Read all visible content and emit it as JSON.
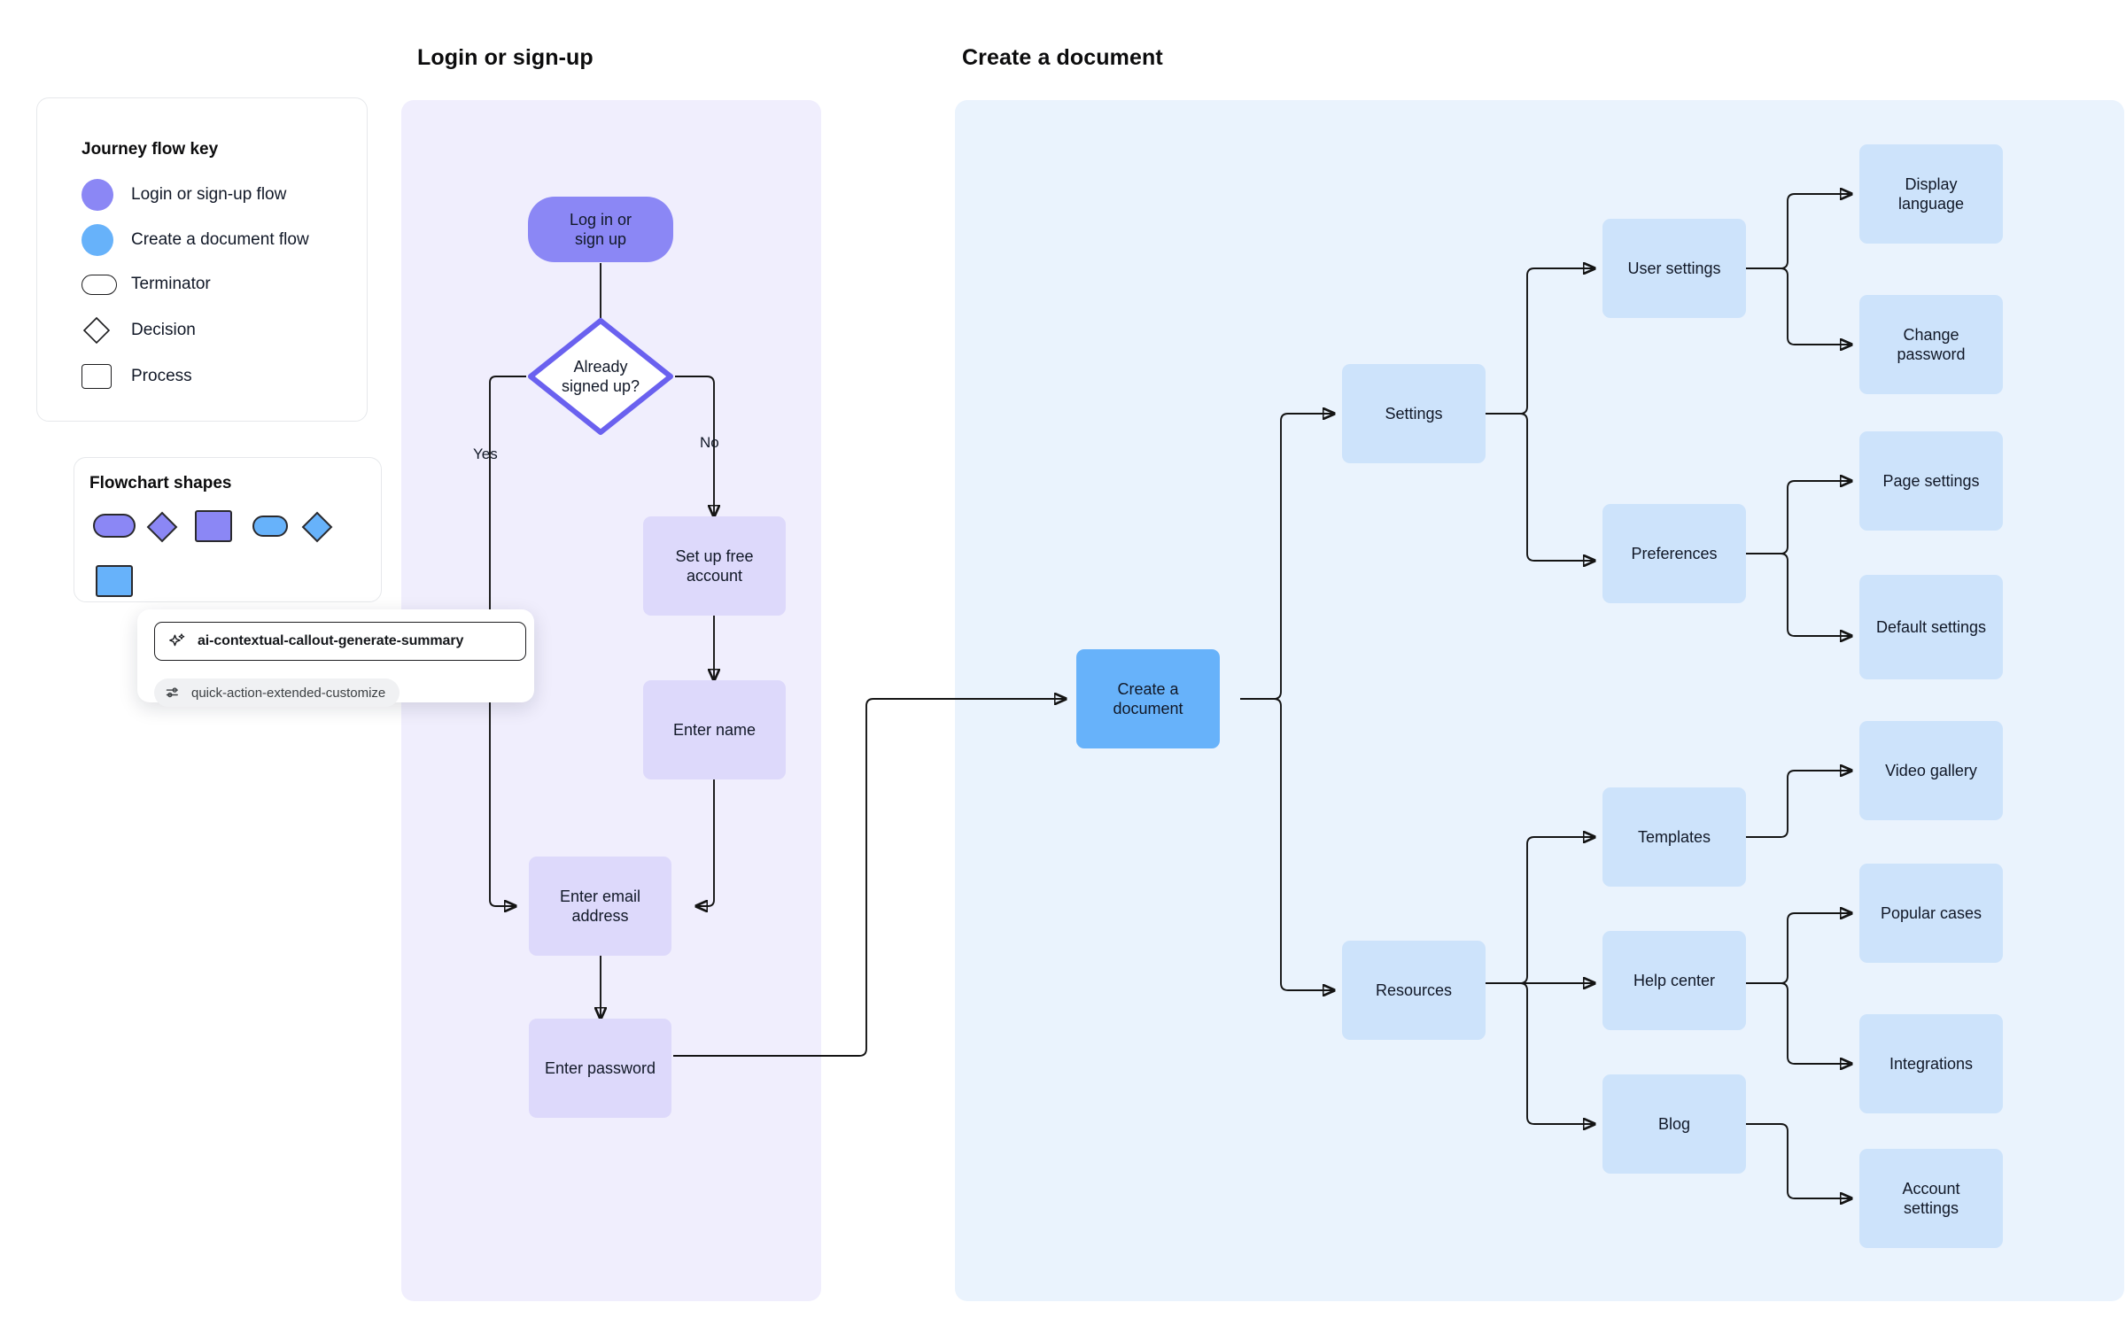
{
  "sections": {
    "login_title": "Login or sign-up",
    "document_title": "Create a document"
  },
  "legend": {
    "title": "Journey flow key",
    "items": [
      {
        "label": "Login or sign-up flow",
        "swatch": "circle",
        "color": "#8b87f5"
      },
      {
        "label": "Create a document flow",
        "swatch": "circle",
        "color": "#67b2fa"
      },
      {
        "label": "Terminator",
        "swatch": "terminator",
        "color": "#ffffff"
      },
      {
        "label": "Decision",
        "swatch": "decision",
        "color": "#ffffff"
      },
      {
        "label": "Process",
        "swatch": "process",
        "color": "#ffffff"
      }
    ]
  },
  "shapes_palette": {
    "title": "Flowchart shapes",
    "items": [
      {
        "name": "terminator-purple",
        "shape": "terminator",
        "color": "#8b87f5"
      },
      {
        "name": "decision-purple",
        "shape": "diamond",
        "color": "#8b87f5"
      },
      {
        "name": "process-purple",
        "shape": "rect",
        "color": "#8b87f5"
      },
      {
        "name": "terminator-blue",
        "shape": "pill",
        "color": "#67b2fa"
      },
      {
        "name": "decision-blue",
        "shape": "diamond",
        "color": "#67b2fa"
      },
      {
        "name": "process-blue",
        "shape": "rect",
        "color": "#67b2fa"
      }
    ]
  },
  "callout": {
    "primary": {
      "icon": "sparkle-icon",
      "label": "ai-contextual-callout-generate-summary"
    },
    "secondary": {
      "icon": "sliders-icon",
      "label": "quick-action-extended-customize"
    }
  },
  "login_flow": {
    "start": "Log in or\nsign up",
    "decision": "Already\nsigned up?",
    "edge_yes": "Yes",
    "edge_no": "No",
    "steps": {
      "setup": "Set up free\naccount",
      "name": "Enter name",
      "email": "Enter email\naddress",
      "password": "Enter password"
    }
  },
  "document_flow": {
    "hub": "Create a\ndocument",
    "branches": [
      {
        "label": "Settings",
        "children": [
          {
            "label": "User settings",
            "children": [
              "Display\nlanguage",
              "Change\npassword"
            ]
          },
          {
            "label": "Preferences",
            "children": [
              "Page settings",
              "Default settings"
            ]
          }
        ]
      },
      {
        "label": "Resources",
        "children": [
          {
            "label": "Templates",
            "children": [
              "Video gallery"
            ]
          },
          {
            "label": "Help center",
            "children": [
              "Popular cases",
              "Integrations"
            ]
          },
          {
            "label": "Blog",
            "children": [
              "Account\nsettings"
            ]
          }
        ]
      }
    ]
  },
  "colors": {
    "login_panel": "#f0eefd",
    "document_panel": "#eaf3fd",
    "purple_solid": "#8b87f5",
    "purple_soft": "#ddd9fb",
    "blue_solid": "#67b2fa",
    "blue_soft": "#cde3fb",
    "decision_stroke": "#6a61ef",
    "connector": "#141414"
  }
}
